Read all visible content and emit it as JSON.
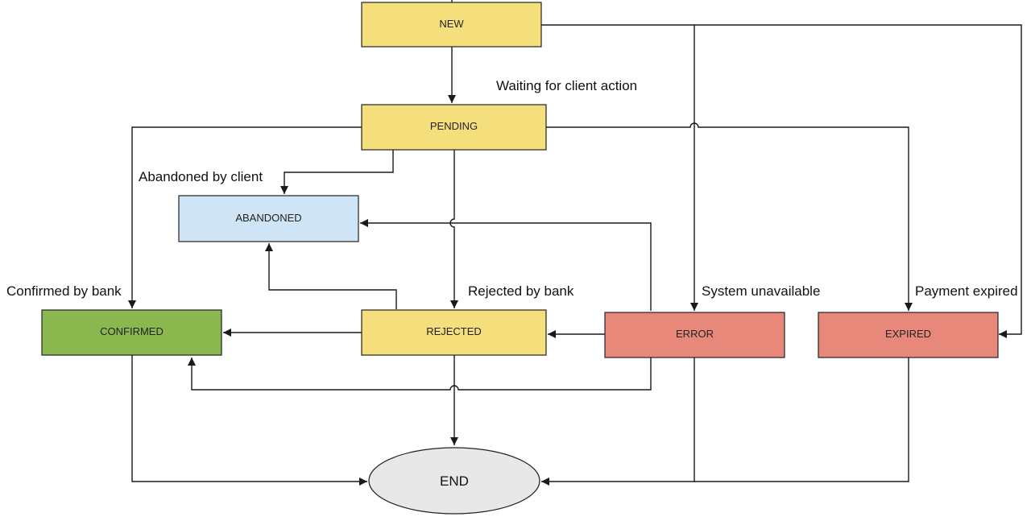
{
  "colors": {
    "yellow": "#f5de7c",
    "blue": "#cfe5f5",
    "green": "#8ab84e",
    "red": "#e8887a",
    "grey": "#e8e8e8",
    "line": "#1a1a1a"
  },
  "nodes": {
    "new": "NEW",
    "pending": "PENDING",
    "abandoned": "ABANDONED",
    "confirmed": "CONFIRMED",
    "rejected": "REJECTED",
    "error": "ERROR",
    "expired": "EXPIRED",
    "end": "END"
  },
  "labels": {
    "waiting": "Waiting for client action",
    "abandoned_by_client": "Abandoned by client",
    "confirmed_by_bank": "Confirmed by bank",
    "rejected_by_bank": "Rejected by bank",
    "system_unavailable": "System unavailable",
    "payment_expired": "Payment expired"
  }
}
